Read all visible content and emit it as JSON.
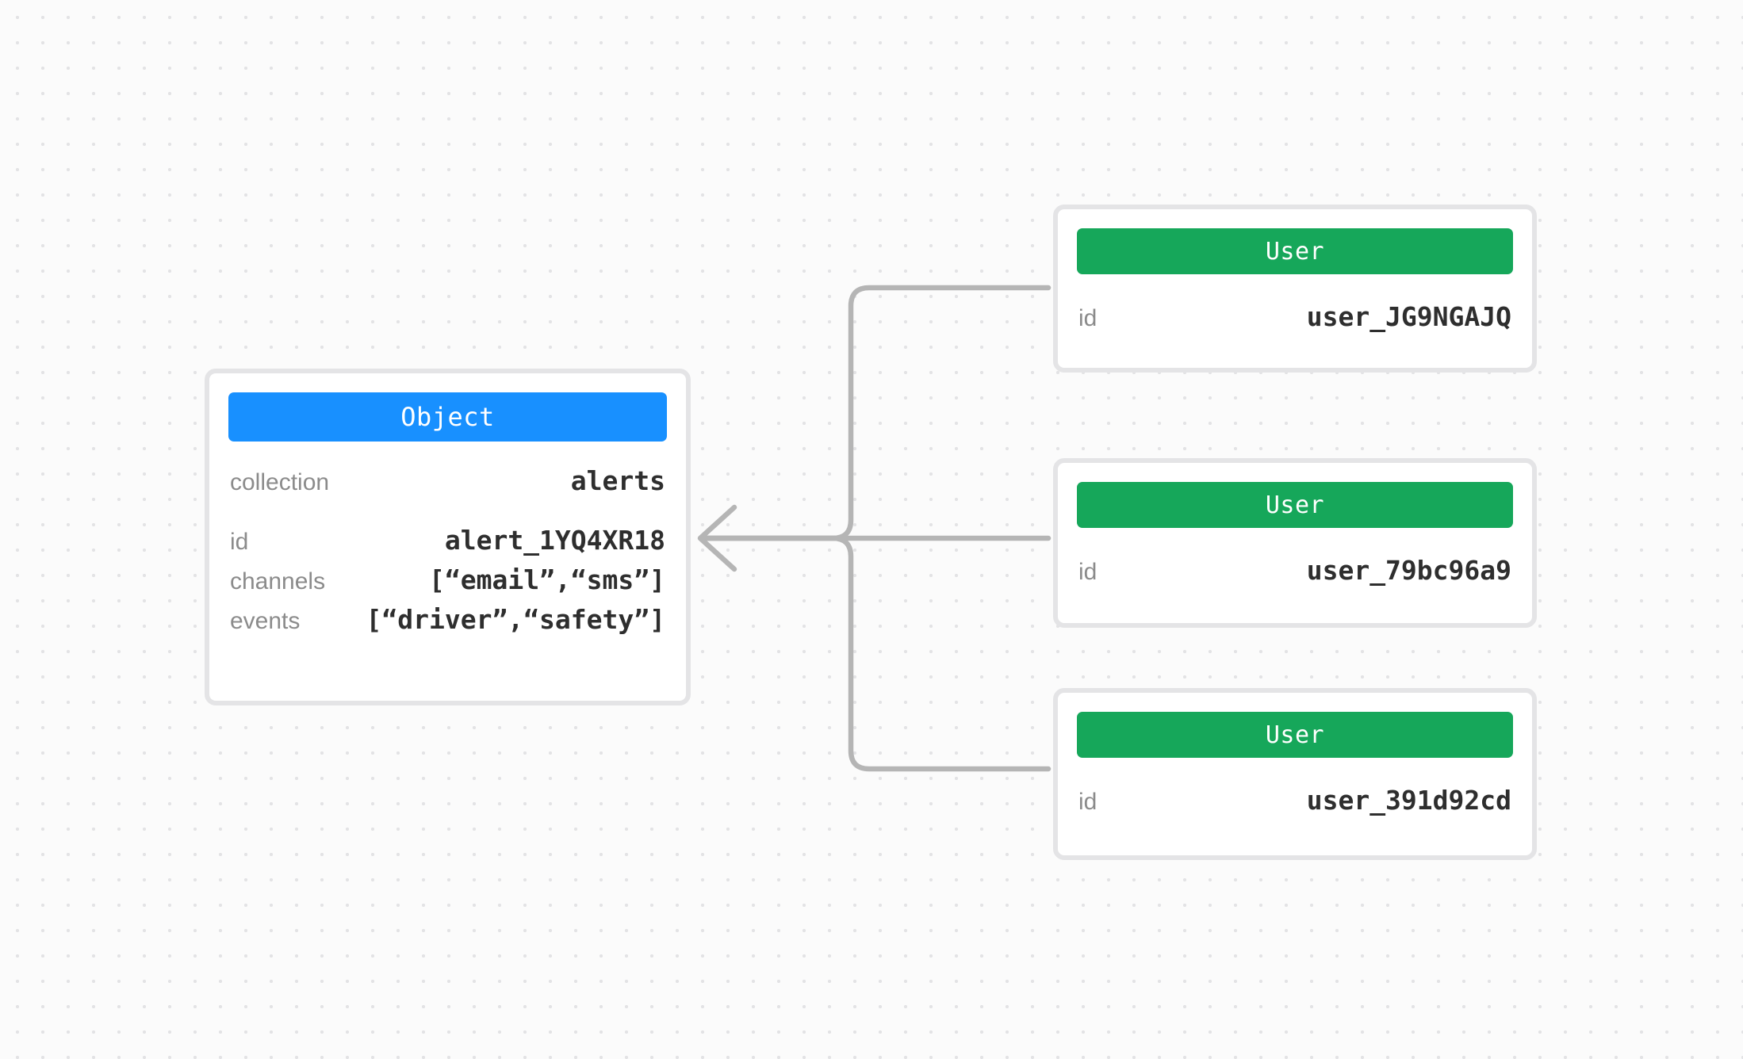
{
  "canvas": {
    "background_color": "#fbfbfb",
    "dot_grid_color": "#e3e3e5",
    "edge_color": "#b5b5b5"
  },
  "nodes": {
    "object": {
      "type_label": "Object",
      "header_color": "#1890ff",
      "primary": {
        "label": "collection",
        "value": "alerts"
      },
      "fields": [
        {
          "label": "id",
          "value": "alert_1YQ4XR18"
        },
        {
          "label": "channels",
          "value": "[“email”,“sms”]"
        },
        {
          "label": "events",
          "value": "[“driver”,“safety”]"
        }
      ]
    },
    "users": [
      {
        "type_label": "User",
        "header_color": "#16a75a",
        "fields": [
          {
            "label": "id",
            "value": "user_JG9NGAJQ"
          }
        ]
      },
      {
        "type_label": "User",
        "header_color": "#16a75a",
        "fields": [
          {
            "label": "id",
            "value": "user_79bc96a9"
          }
        ]
      },
      {
        "type_label": "User",
        "header_color": "#16a75a",
        "fields": [
          {
            "label": "id",
            "value": "user_391d92cd"
          }
        ]
      }
    ]
  },
  "edges": [
    {
      "from": "user-0",
      "to": "object"
    },
    {
      "from": "user-1",
      "to": "object"
    },
    {
      "from": "user-2",
      "to": "object"
    }
  ]
}
